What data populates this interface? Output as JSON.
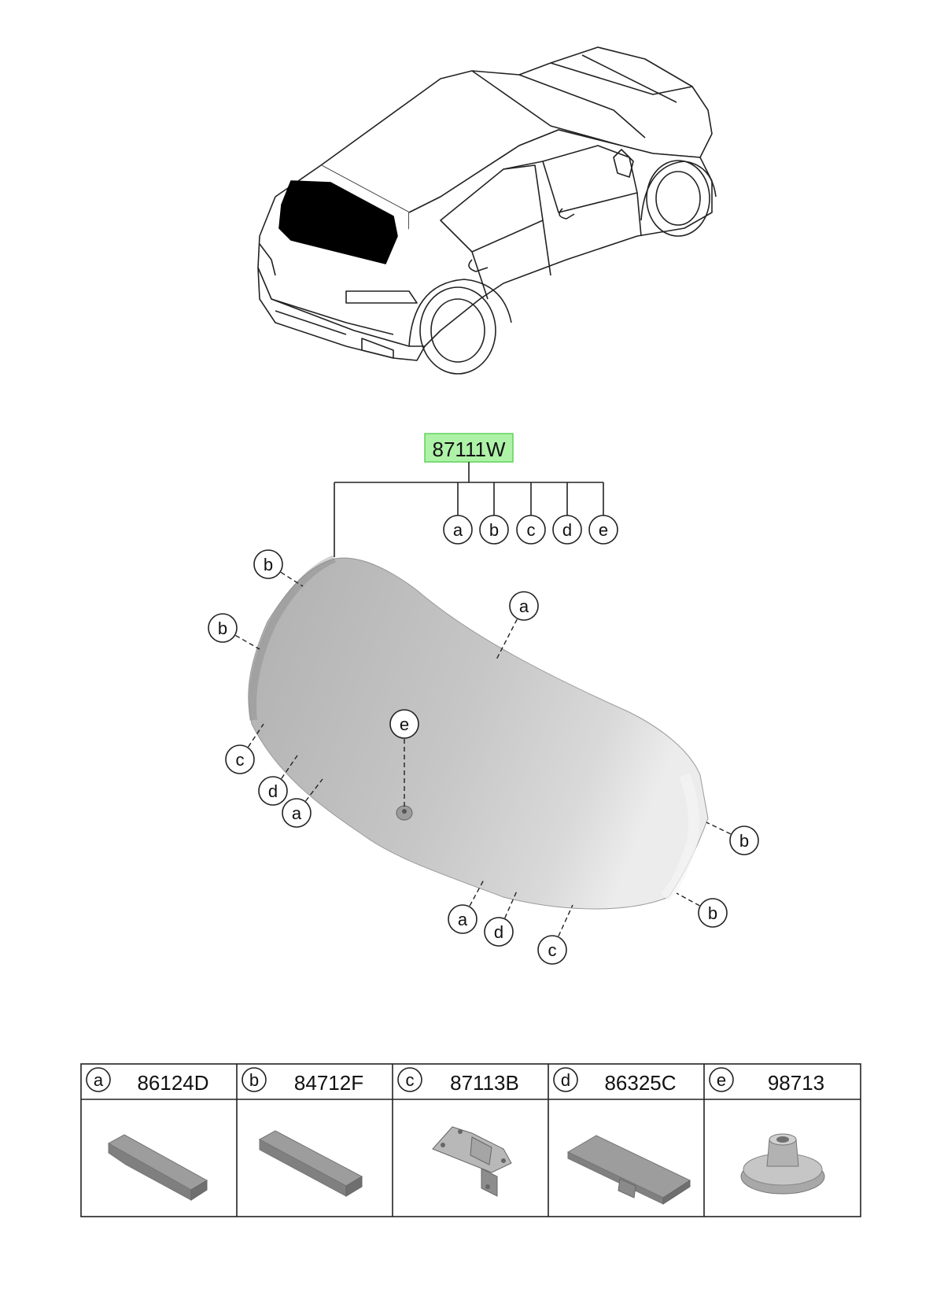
{
  "main_part": {
    "number": "87111W",
    "highlight_color": "#aef2a8",
    "highlight_border": "#5fd35a"
  },
  "sub_callouts": [
    "a",
    "b",
    "c",
    "d",
    "e"
  ],
  "glass_callouts": [
    "b",
    "b",
    "a",
    "e",
    "c",
    "d",
    "a",
    "b",
    "b",
    "a",
    "d",
    "c"
  ],
  "parts_table": [
    {
      "letter": "a",
      "part_number": "86124D"
    },
    {
      "letter": "b",
      "part_number": "84712F"
    },
    {
      "letter": "c",
      "part_number": "87113B"
    },
    {
      "letter": "d",
      "part_number": "86325C"
    },
    {
      "letter": "e",
      "part_number": "98713"
    }
  ]
}
